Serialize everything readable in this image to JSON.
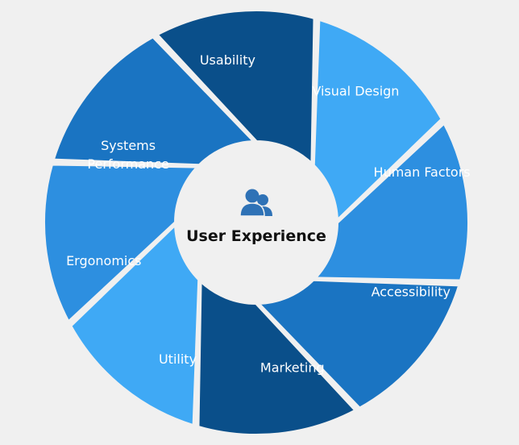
{
  "center": {
    "title": "User Experience",
    "icon": "users-icon",
    "icon_color": "#2f72b6"
  },
  "colors": {
    "light": "#3fa9f5",
    "medium_light": "#2d8fe0",
    "medium": "#1a74c2",
    "dark": "#0a4f8a",
    "background": "#f0f0f0",
    "center": "#f0f0f0"
  },
  "segments": [
    {
      "label_lines": [
        "Usability"
      ],
      "tone": "light"
    },
    {
      "label_lines": [
        "Visual Design"
      ],
      "tone": "medium_light"
    },
    {
      "label_lines": [
        "Human Factors"
      ],
      "tone": "medium"
    },
    {
      "label_lines": [
        "Accessibility"
      ],
      "tone": "dark"
    },
    {
      "label_lines": [
        "Marketing"
      ],
      "tone": "light"
    },
    {
      "label_lines": [
        "Utility"
      ],
      "tone": "medium_light"
    },
    {
      "label_lines": [
        "Ergonomics"
      ],
      "tone": "medium"
    },
    {
      "label_lines": [
        "Systems",
        "Performance"
      ],
      "tone": "dark"
    }
  ]
}
